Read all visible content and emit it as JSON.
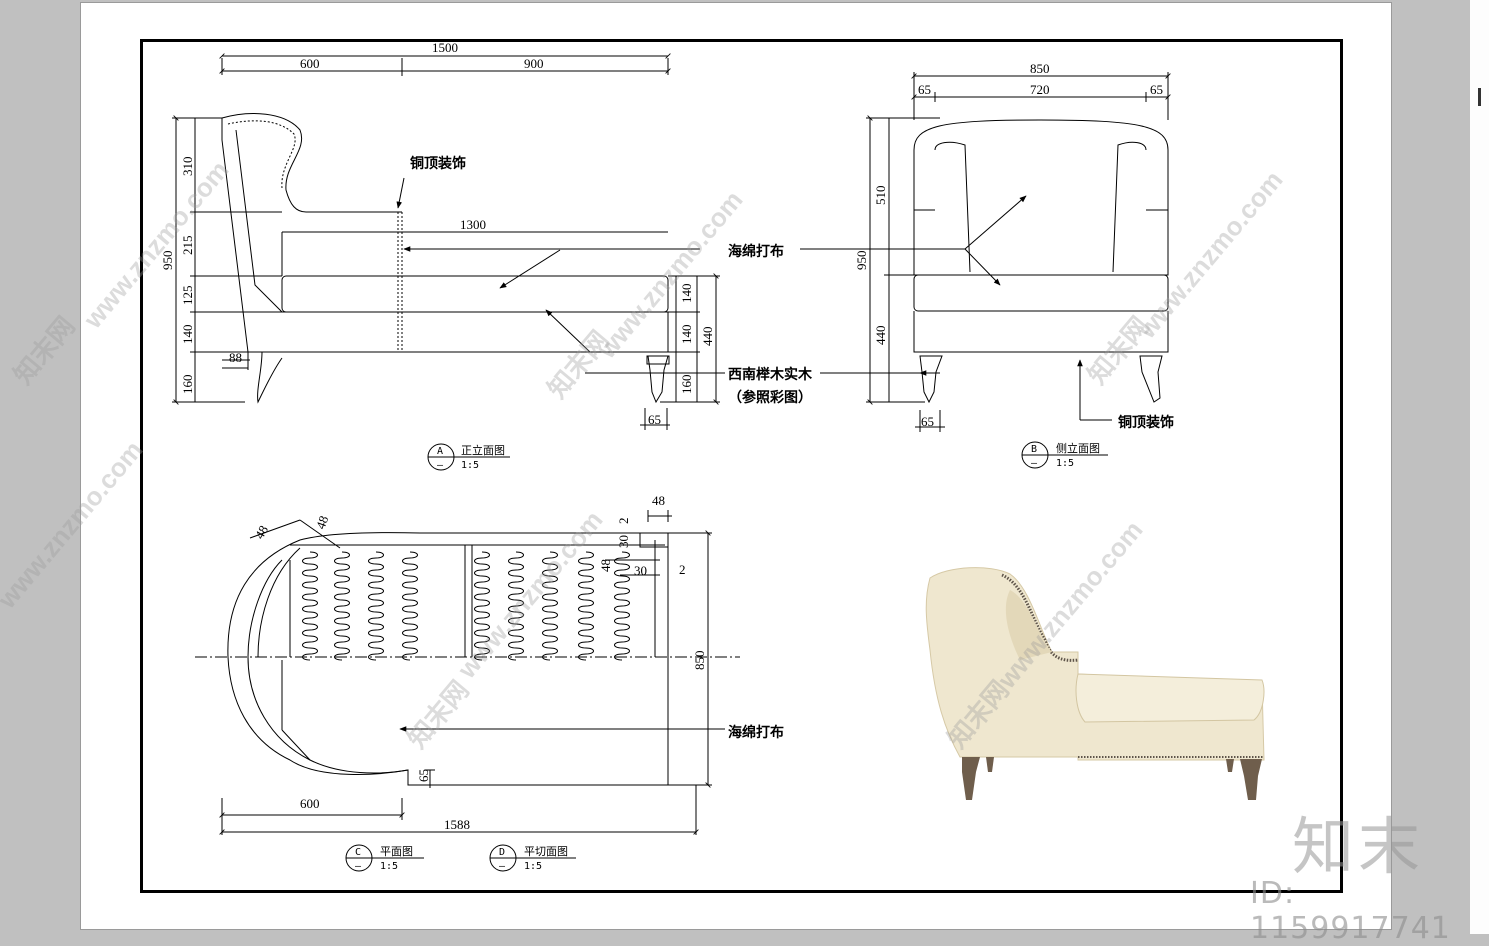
{
  "front_view": {
    "dims": {
      "total_width": "1500",
      "back_width": "600",
      "seat_width": "900",
      "seat_length": "1300",
      "height_total": "950",
      "h310": "310",
      "h215": "215",
      "h125": "125",
      "h140": "140",
      "h160": "160",
      "arm_offset": "88",
      "r140a": "140",
      "r140b": "140",
      "r440": "440",
      "r160": "160",
      "leg": "65"
    },
    "callouts": {
      "brass_trim": "铜顶装饰",
      "sponge_fabric": "海绵打布",
      "wood_line1": "西南榉木实木",
      "wood_line2": "（参照彩图）"
    },
    "caption": {
      "letter": "A",
      "title": "正立面图",
      "dash": "—",
      "scale": "1:5"
    }
  },
  "side_view": {
    "dims": {
      "total_width": "850",
      "left": "65",
      "middle": "720",
      "right": "65",
      "height_total": "950",
      "h510": "510",
      "h440": "440",
      "leg": "65"
    },
    "callouts": {
      "brass_trim": "铜顶装饰"
    },
    "caption": {
      "letter": "B",
      "title": "侧立面图",
      "dash": "—",
      "scale": "1:5"
    }
  },
  "plan_view": {
    "dims": {
      "total_length": "1588",
      "back_length": "600",
      "depth": "850",
      "d48a": "48",
      "d48b": "48",
      "d48c": "48",
      "d48d": "48",
      "d2a": "2",
      "d2b": "2",
      "d30a": "30",
      "d30b": "30",
      "d65": "65"
    },
    "callouts": {
      "sponge_fabric": "海绵打布"
    },
    "caption_c": {
      "letter": "C",
      "title": "平面图",
      "dash": "—",
      "scale": "1:5"
    },
    "caption_d": {
      "letter": "D",
      "title": "平切面图",
      "dash": "—",
      "scale": "1:5"
    }
  },
  "watermark": {
    "url_text": "www.znzmo.com",
    "brand": "知末网",
    "brand_logo": "知末",
    "id_text": "ID: 1159917741"
  },
  "colors": {
    "line": "#000000",
    "upholstery": "#efe7cf",
    "upholstery_shade": "#d8ccaa",
    "wood": "#6f5e4c",
    "watermark": "#9a9a9a"
  }
}
